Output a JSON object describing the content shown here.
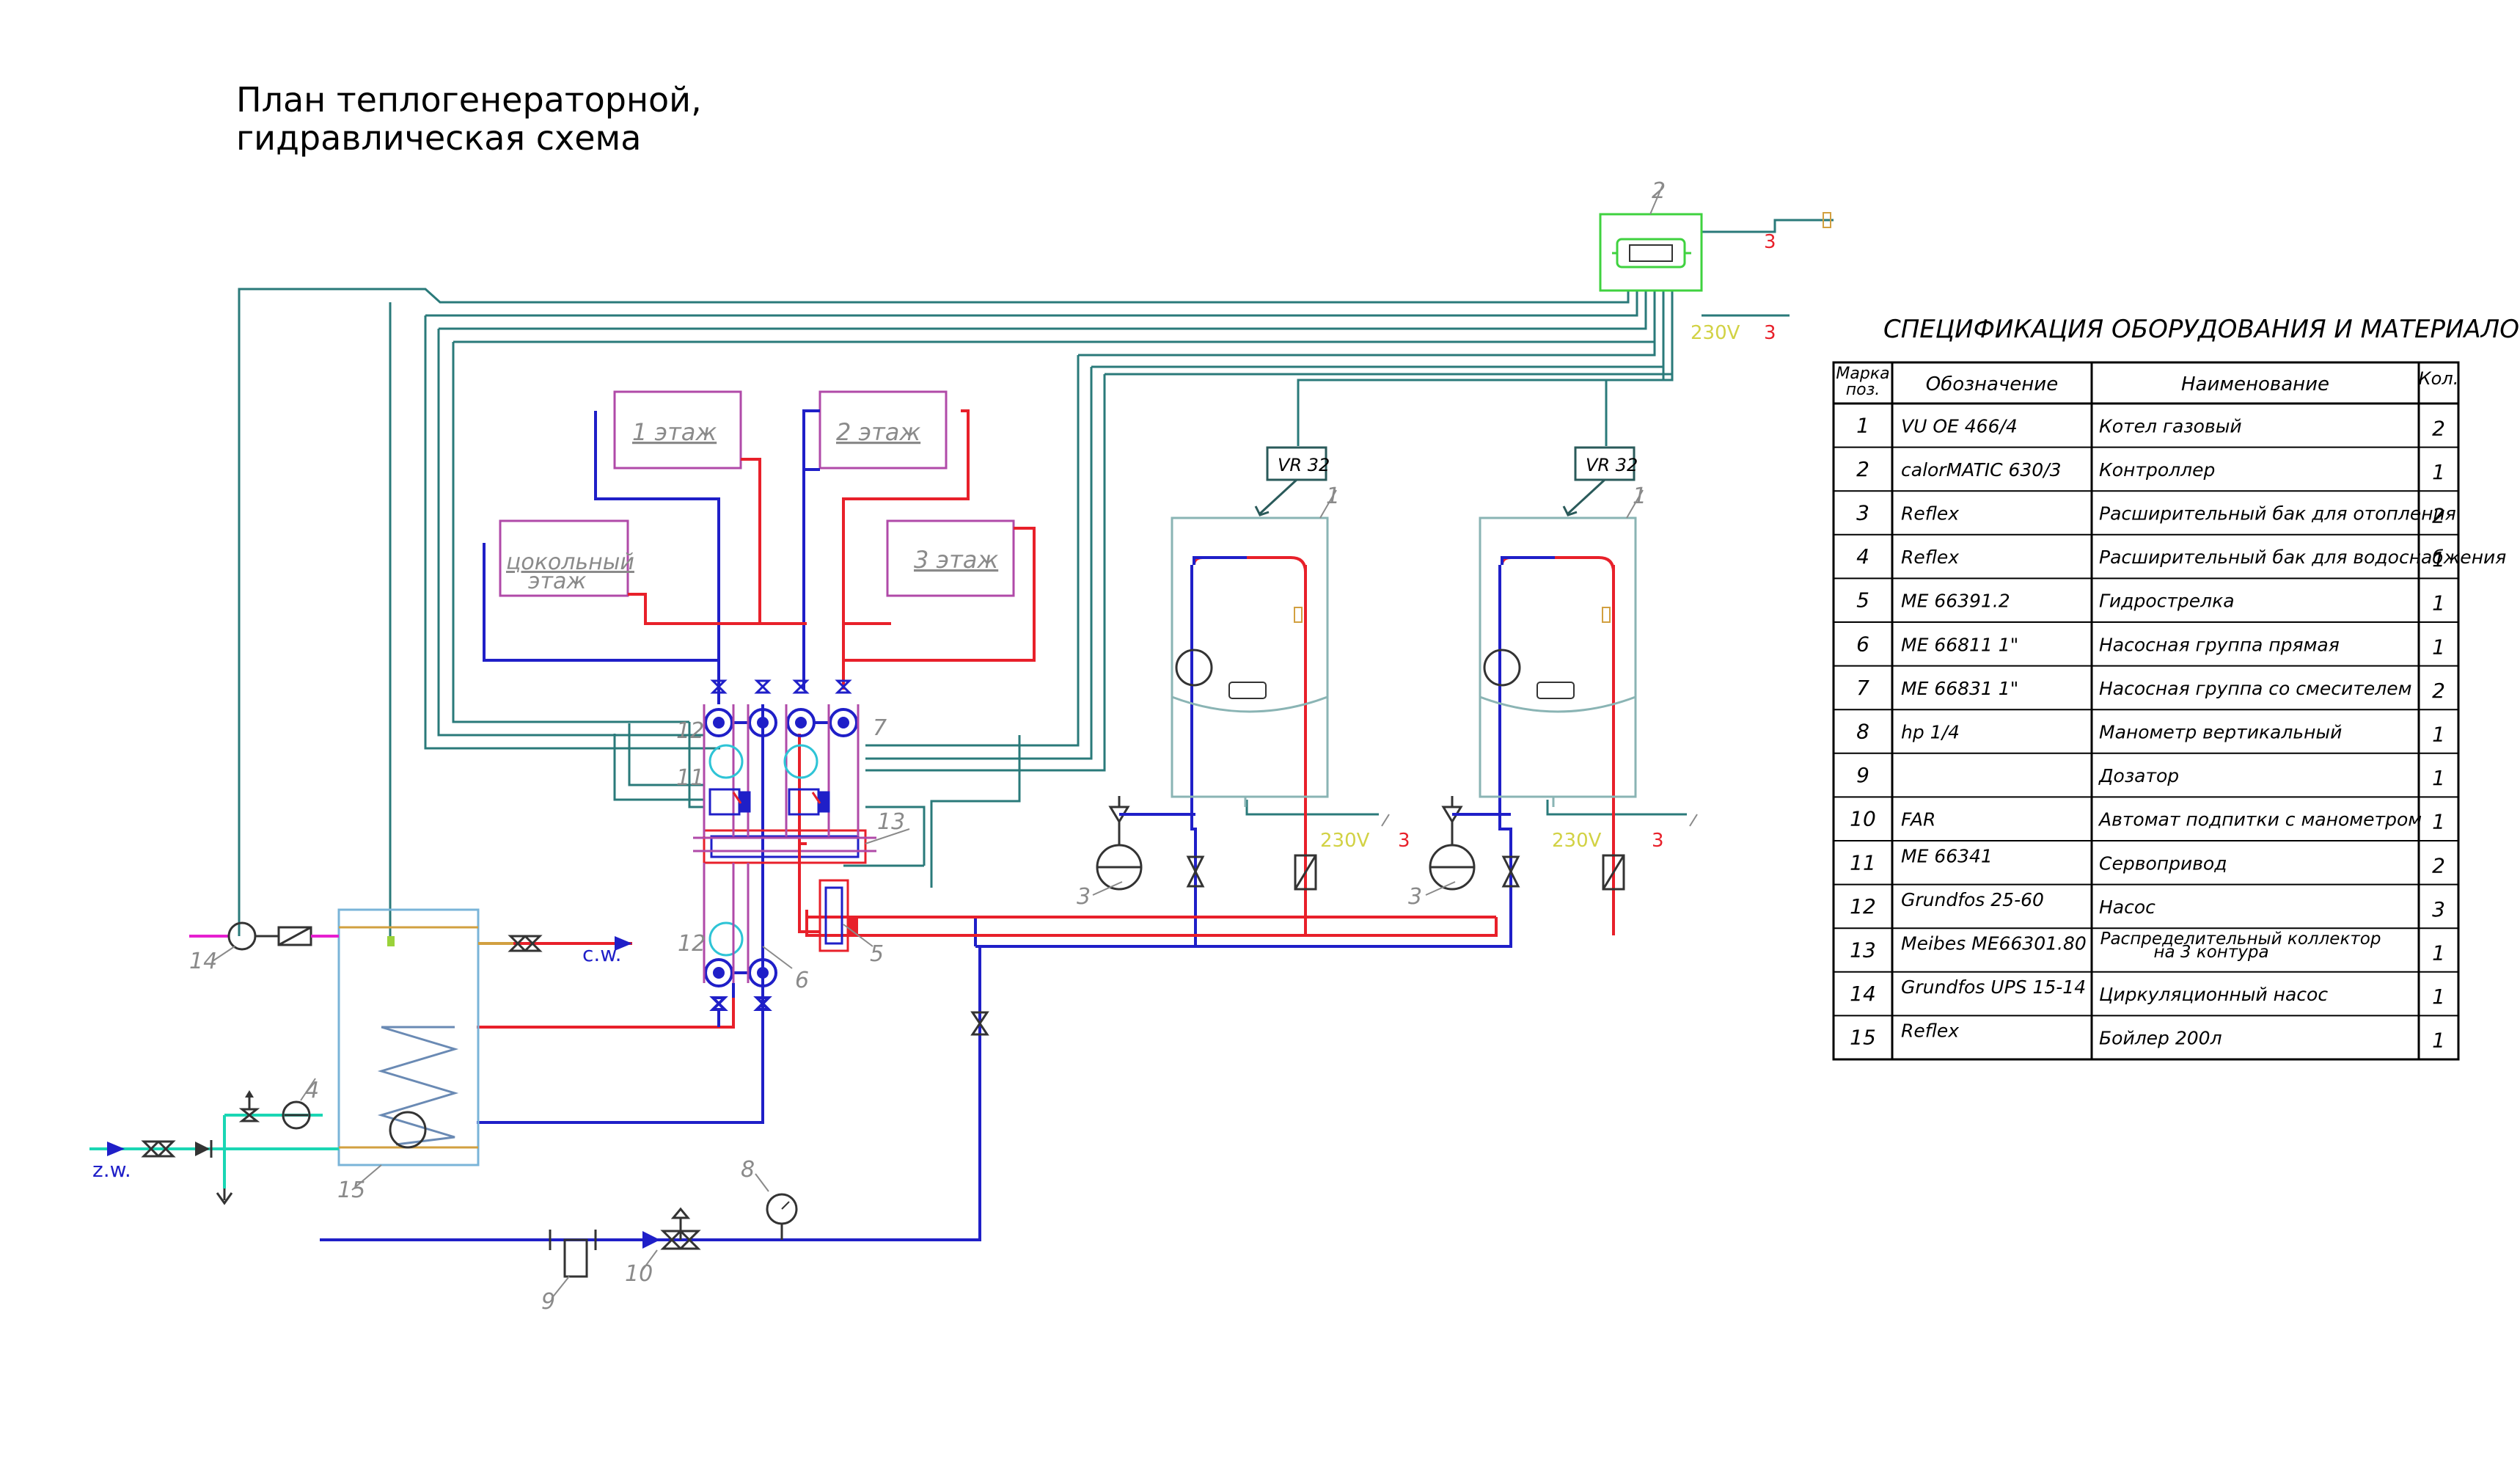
{
  "title": {
    "line1": "План теплогенераторной,",
    "line2": "гидравлическая схема"
  },
  "diagram": {
    "floors": [
      "1 этаж",
      "2 этаж",
      "3 этаж"
    ],
    "basement_line1": "цокольный",
    "basement_line2": "этаж",
    "boiler_control": "VR 32",
    "voltage": "230V",
    "ref_3": "3",
    "outlet_cw": "c.w.",
    "inlet_zw": "z.w.",
    "pos_labels": [
      "1",
      "2",
      "3",
      "4",
      "5",
      "6",
      "7",
      "8",
      "9",
      "10",
      "11",
      "12",
      "13",
      "14",
      "15"
    ]
  },
  "spec": {
    "title": "СПЕЦИФИКАЦИЯ  ОБОРУДОВАНИЯ  И  МАТЕРИАЛОВ",
    "headers": {
      "pos_line1": "Марка",
      "pos_line2": "поз.",
      "designation": "Обозначение",
      "name": "Наименование",
      "qty": "Кол."
    },
    "rows": [
      {
        "pos": "1",
        "designation": "VU OE 466/4",
        "name": "Котел газовый",
        "qty": "2"
      },
      {
        "pos": "2",
        "designation": "calorMATIC 630/3",
        "name": "Контроллер",
        "qty": "1"
      },
      {
        "pos": "3",
        "designation": "Reflex",
        "name": "Расширительный бак для отопления",
        "qty": "2"
      },
      {
        "pos": "4",
        "designation": "Reflex",
        "name": "Расширительный бак для водоснабжения",
        "qty": "1"
      },
      {
        "pos": "5",
        "designation": "ME 66391.2",
        "name": "Гидрострелка",
        "qty": "1"
      },
      {
        "pos": "6",
        "designation": "ME 66811 1\"",
        "name": "Насосная группа прямая",
        "qty": "1"
      },
      {
        "pos": "7",
        "designation": "ME 66831 1\"",
        "name": "Насосная группа со смесителем",
        "qty": "2"
      },
      {
        "pos": "8",
        "designation": "hp 1/4",
        "name": "Манометр вертикальный",
        "qty": "1"
      },
      {
        "pos": "9",
        "designation": "",
        "name": "Дозатор",
        "qty": "1"
      },
      {
        "pos": "10",
        "designation": "FAR",
        "name": "Автомат подпитки с манометром",
        "qty": "1"
      },
      {
        "pos": "11",
        "designation": "ME 66341",
        "name": "Сервопривод",
        "qty": "2"
      },
      {
        "pos": "12",
        "designation": "Grundfos  25-60",
        "name": "Насос",
        "qty": "3"
      },
      {
        "pos": "13",
        "designation": "Meibes ME66301.80",
        "name": "Распределительный коллектор на 3 контура",
        "name_line1": "Распределительный коллектор",
        "name_line2": "на 3 контура",
        "qty": "1"
      },
      {
        "pos": "14",
        "designation": "Grundfos UPS 15-14",
        "name": "Циркуляционный насос",
        "qty": "1"
      },
      {
        "pos": "15",
        "designation": "Reflex",
        "name": "Бойлер 200л",
        "qty": "1"
      }
    ]
  },
  "colors": {
    "supply": "#e8202a",
    "return": "#1f1fc8",
    "control": "#2a7a7a",
    "floor_box": "#b04aa8",
    "controller": "#3fd23f",
    "cold_water": "#1ad6b4",
    "circ_loop": "#e61fd0"
  }
}
